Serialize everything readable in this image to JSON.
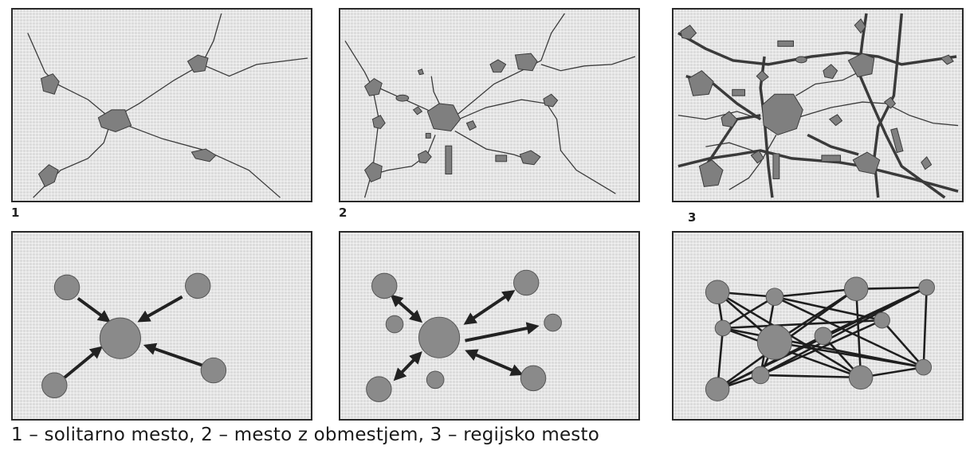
{
  "panel_labels": {
    "p1": "1",
    "p2": "2",
    "p3": "3"
  },
  "caption": "1 – solitarno mesto, 2 – mesto z obmestjem, 3 – regijsko mesto",
  "colors": {
    "panel_fill": "#dcdcdc",
    "shape_fill": "#7f7f7f",
    "line": "#222222"
  }
}
